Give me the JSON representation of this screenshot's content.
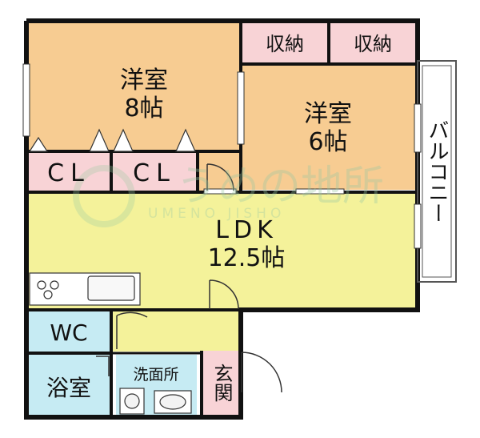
{
  "colors": {
    "bedroom": "#f7cc92",
    "ldk": "#f4f29a",
    "closet": "#f8d3d6",
    "wet": "#c6ebf3",
    "entrance": "#f8d3d6",
    "balcony": "#ffffff",
    "wall": "#111111"
  },
  "rooms": {
    "bedroom1": {
      "name": "洋室",
      "size": "8帖"
    },
    "bedroom2": {
      "name": "洋室",
      "size": "6帖"
    },
    "storage1": "収納",
    "storage2": "収納",
    "closet1": "CL",
    "closet2": "CL",
    "ldk": {
      "name": "LDK",
      "size": "12.5帖"
    },
    "balcony": "バルコニー",
    "wc": "WC",
    "bath": "浴室",
    "washroom": "洗面所",
    "entrance": "玄関"
  },
  "watermark": {
    "logo_text": "うめの地所",
    "sub_text": "UMENO JISHO"
  }
}
